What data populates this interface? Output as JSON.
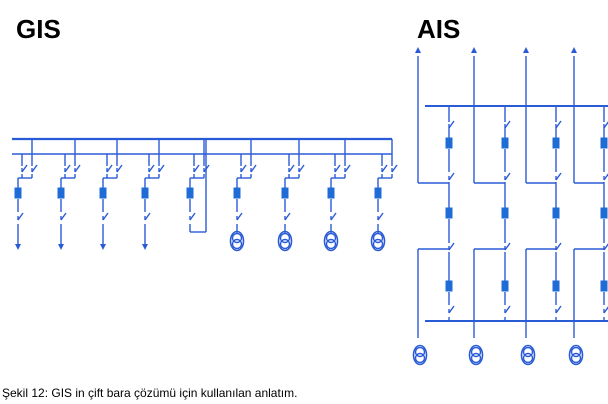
{
  "titles": {
    "gis": "GIS",
    "ais": "AIS"
  },
  "caption": "Şekil 12: GIS in çift bara çözümü için kullanılan anlatım.",
  "colors": {
    "line": "#2a5bd7",
    "breaker": "#1f6cd6"
  },
  "gis": {
    "bays": [
      {
        "type": "feeder-arrow"
      },
      {
        "type": "feeder-arrow"
      },
      {
        "type": "feeder-arrow"
      },
      {
        "type": "feeder-arrow"
      },
      {
        "type": "coupler"
      },
      {
        "type": "transformer"
      },
      {
        "type": "transformer"
      },
      {
        "type": "transformer"
      },
      {
        "type": "transformer"
      }
    ]
  },
  "ais": {
    "terminals": [
      "arrow",
      "arrow",
      "arrow",
      "arrow",
      "transformer",
      "transformer",
      "transformer",
      "transformer"
    ]
  }
}
